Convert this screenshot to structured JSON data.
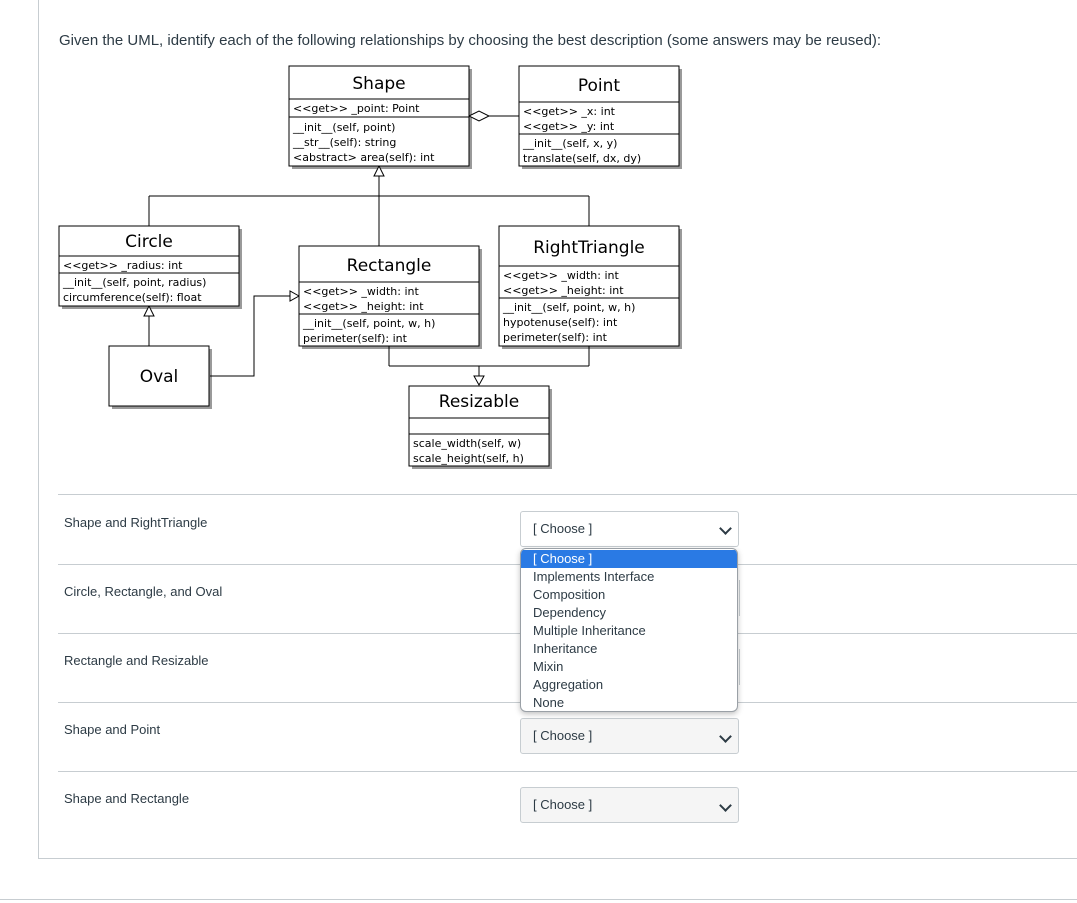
{
  "question": {
    "text": "Given the UML, identify each of the following relationships by choosing the best description (some answers may be reused):"
  },
  "uml": {
    "shape": {
      "name": "Shape",
      "attributes": [
        "<<get>> _point: Point"
      ],
      "methods": [
        "__init__(self, point)",
        "__str__(self): string",
        "<abstract> area(self): int"
      ]
    },
    "point": {
      "name": "Point",
      "attributes": [
        "<<get>> _x: int",
        "<<get>> _y: int"
      ],
      "methods": [
        "__init__(self, x, y)",
        "translate(self, dx, dy)"
      ]
    },
    "circle": {
      "name": "Circle",
      "attributes": [
        "<<get>> _radius: int"
      ],
      "methods": [
        "__init__(self, point, radius)",
        "circumference(self): float"
      ]
    },
    "rectangle": {
      "name": "Rectangle",
      "attributes": [
        "<<get>> _width: int",
        "<<get>> _height: int"
      ],
      "methods": [
        "__init__(self, point, w, h)",
        "perimeter(self): int"
      ]
    },
    "right_triangle": {
      "name": "RightTriangle",
      "attributes": [
        "<<get>> _width: int",
        "<<get>> _height: int"
      ],
      "methods": [
        "__init__(self, point, w, h)",
        "hypotenuse(self): int",
        "perimeter(self): int"
      ]
    },
    "oval": {
      "name": "Oval"
    },
    "resizable": {
      "name": "Resizable",
      "methods": [
        "scale_width(self, w)",
        "scale_height(self, h)"
      ]
    }
  },
  "rows": [
    {
      "label": "Shape and RightTriangle",
      "selected": "[ Choose ]"
    },
    {
      "label": "Circle, Rectangle, and Oval",
      "selected": "[ Choose ]"
    },
    {
      "label": "Rectangle and Resizable",
      "selected": "[ Choose ]"
    },
    {
      "label": "Shape and Point",
      "selected": "[ Choose ]"
    },
    {
      "label": "Shape and Rectangle",
      "selected": "[ Choose ]"
    }
  ],
  "dropdown": {
    "options": [
      "[ Choose ]",
      "Implements Interface",
      "Composition",
      "Dependency",
      "Multiple Inheritance",
      "Inheritance",
      "Mixin",
      "Aggregation",
      "None"
    ],
    "highlighted": "[ Choose ]"
  },
  "colors": {
    "text": "#2d3b45",
    "border": "#c7cdd1",
    "highlight": "#2a7ae4"
  }
}
